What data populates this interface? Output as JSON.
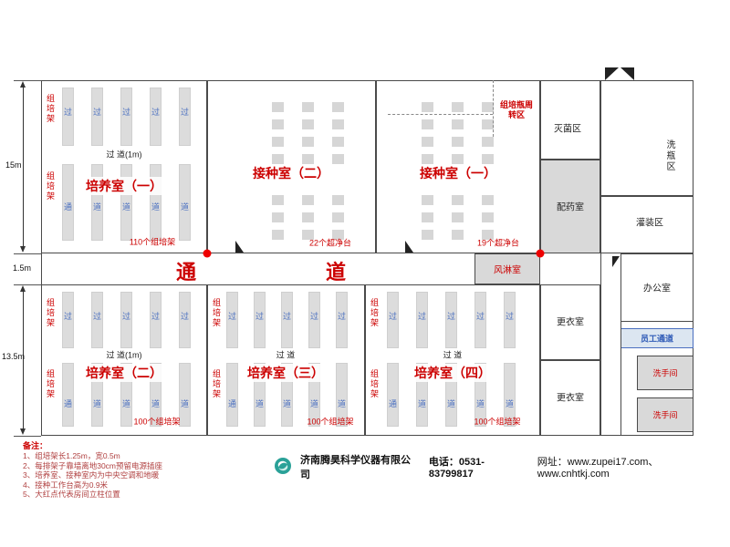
{
  "dimensions": {
    "top": "15m",
    "corridor": "1.5m",
    "bottom": "13.5m"
  },
  "rooms": {
    "culture_1": "培养室（一）",
    "inoculation_2": "接种室（二）",
    "inoculation_1": "接种室（一）",
    "culture_2": "培养室（二）",
    "culture_3": "培养室（三）",
    "culture_4": "培养室（四）",
    "sterilization_area": "灭菌区",
    "bottle_wash_area": "洗瓶区",
    "medicine_room": "配药室",
    "filling_area": "灌装区",
    "bottle_turnover_area": "组培瓶周转区",
    "air_shower": "风淋室",
    "office": "办公室",
    "changing_room": "更衣室",
    "staff_passage": "员工通道",
    "restroom": "洗手间"
  },
  "corridor": {
    "label": "通道"
  },
  "labels": {
    "aisle_1m": "过 道(1m)",
    "aisle": "过 道",
    "rack_vertical": "组培架",
    "racks_110": "110个组培架",
    "racks_100": "100个组培架",
    "benches_22": "22个超净台",
    "benches_19": "19个超净台"
  },
  "chars": {
    "pass": "过",
    "tong": "通",
    "dao": "道"
  },
  "notes": {
    "header": "备注：",
    "items": [
      "1、组培架长1.25m，宽0.5m",
      "2、每排架子靠墙离地30cm预留电源插座",
      "3、培养室、接种室内为中央空调和地暖",
      "4、接种工作台高为0.9米",
      "5、大红点代表房间立柱位置"
    ]
  },
  "footer": {
    "company": "济南腾昊科学仪器有限公司",
    "phone": "电话：0531-83799817",
    "website": "网址：www.zupei17.com、www.cnhtkj.com"
  },
  "colors": {
    "accent_red": "#cc0000",
    "shelf_gray": "#d9d9d9",
    "char_blue": "#4a6fc0"
  }
}
